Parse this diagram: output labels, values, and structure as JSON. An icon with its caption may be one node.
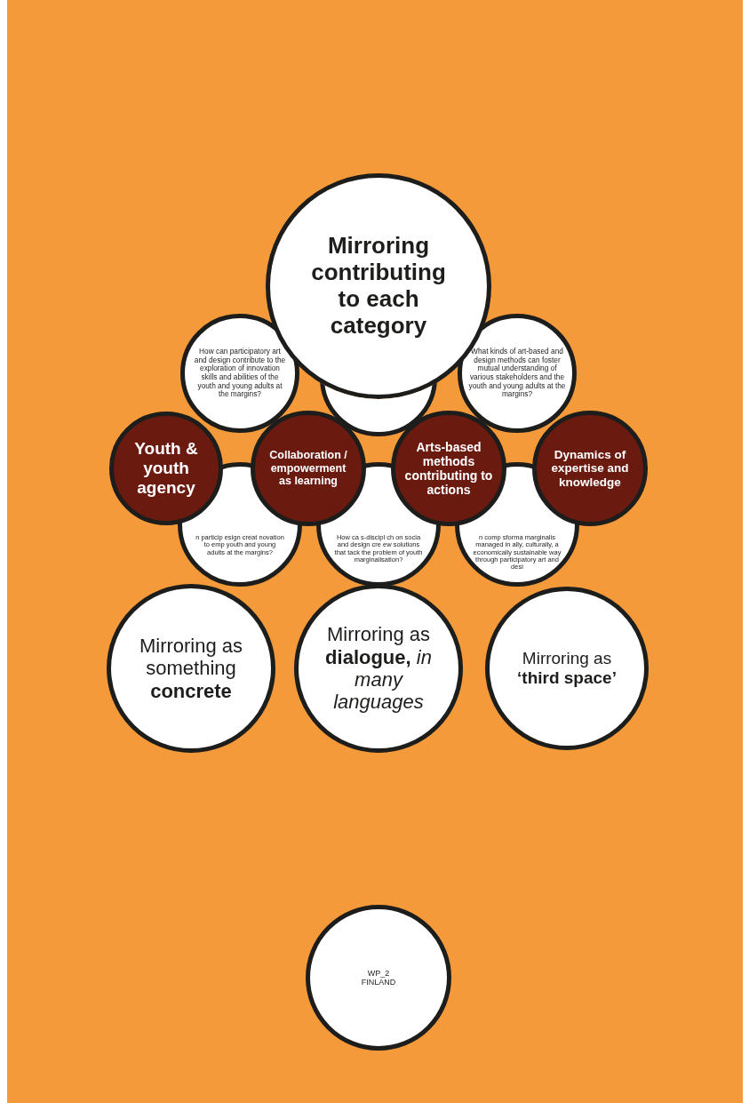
{
  "diagram": {
    "nodes": [
      {
        "text": [
          "Mirroring contributing to each category"
        ]
      },
      {
        "text": [
          "How can participatory art and design contribute to the exploration of innovation skills and abilities of the youth and young adults at the margins?"
        ]
      },
      {
        "text": [],
        "shape": "circle"
      },
      {
        "text": [
          "What kinds of art-based and design methods can foster mutual understanding of various stakeholders and the youth and young adults at the margins?"
        ]
      },
      {
        "text": [
          "Youth & youth agency"
        ]
      },
      {
        "text": [
          "Collaboration / empowerment as learning"
        ]
      },
      {
        "text": [
          "Arts-based methods contributing to actions"
        ]
      },
      {
        "text": [
          "Dynamics of expertise and knowledge"
        ]
      },
      {
        "text": [
          "n particip esign creat novation to emp youth and young adults at the margins?"
        ]
      },
      {
        "text": [
          "How ca s-discipl ch on socia and design cre ew solutions that tack the problem of youth marginalisation?"
        ]
      },
      {
        "text": [
          "n comp sforma marginalis managed in ally, culturally, a economically sustainable way through participatory art and desi"
        ]
      },
      {
        "text": [
          "Mirroring as something **concrete**"
        ]
      },
      {
        "text": [
          "Mirroring as **dialogue,** *in many languages*"
        ]
      },
      {
        "text": [
          "Mirroring as **‘third space’**"
        ]
      },
      {
        "text": [
          "WP_2 FINLAND"
        ]
      }
    ]
  }
}
